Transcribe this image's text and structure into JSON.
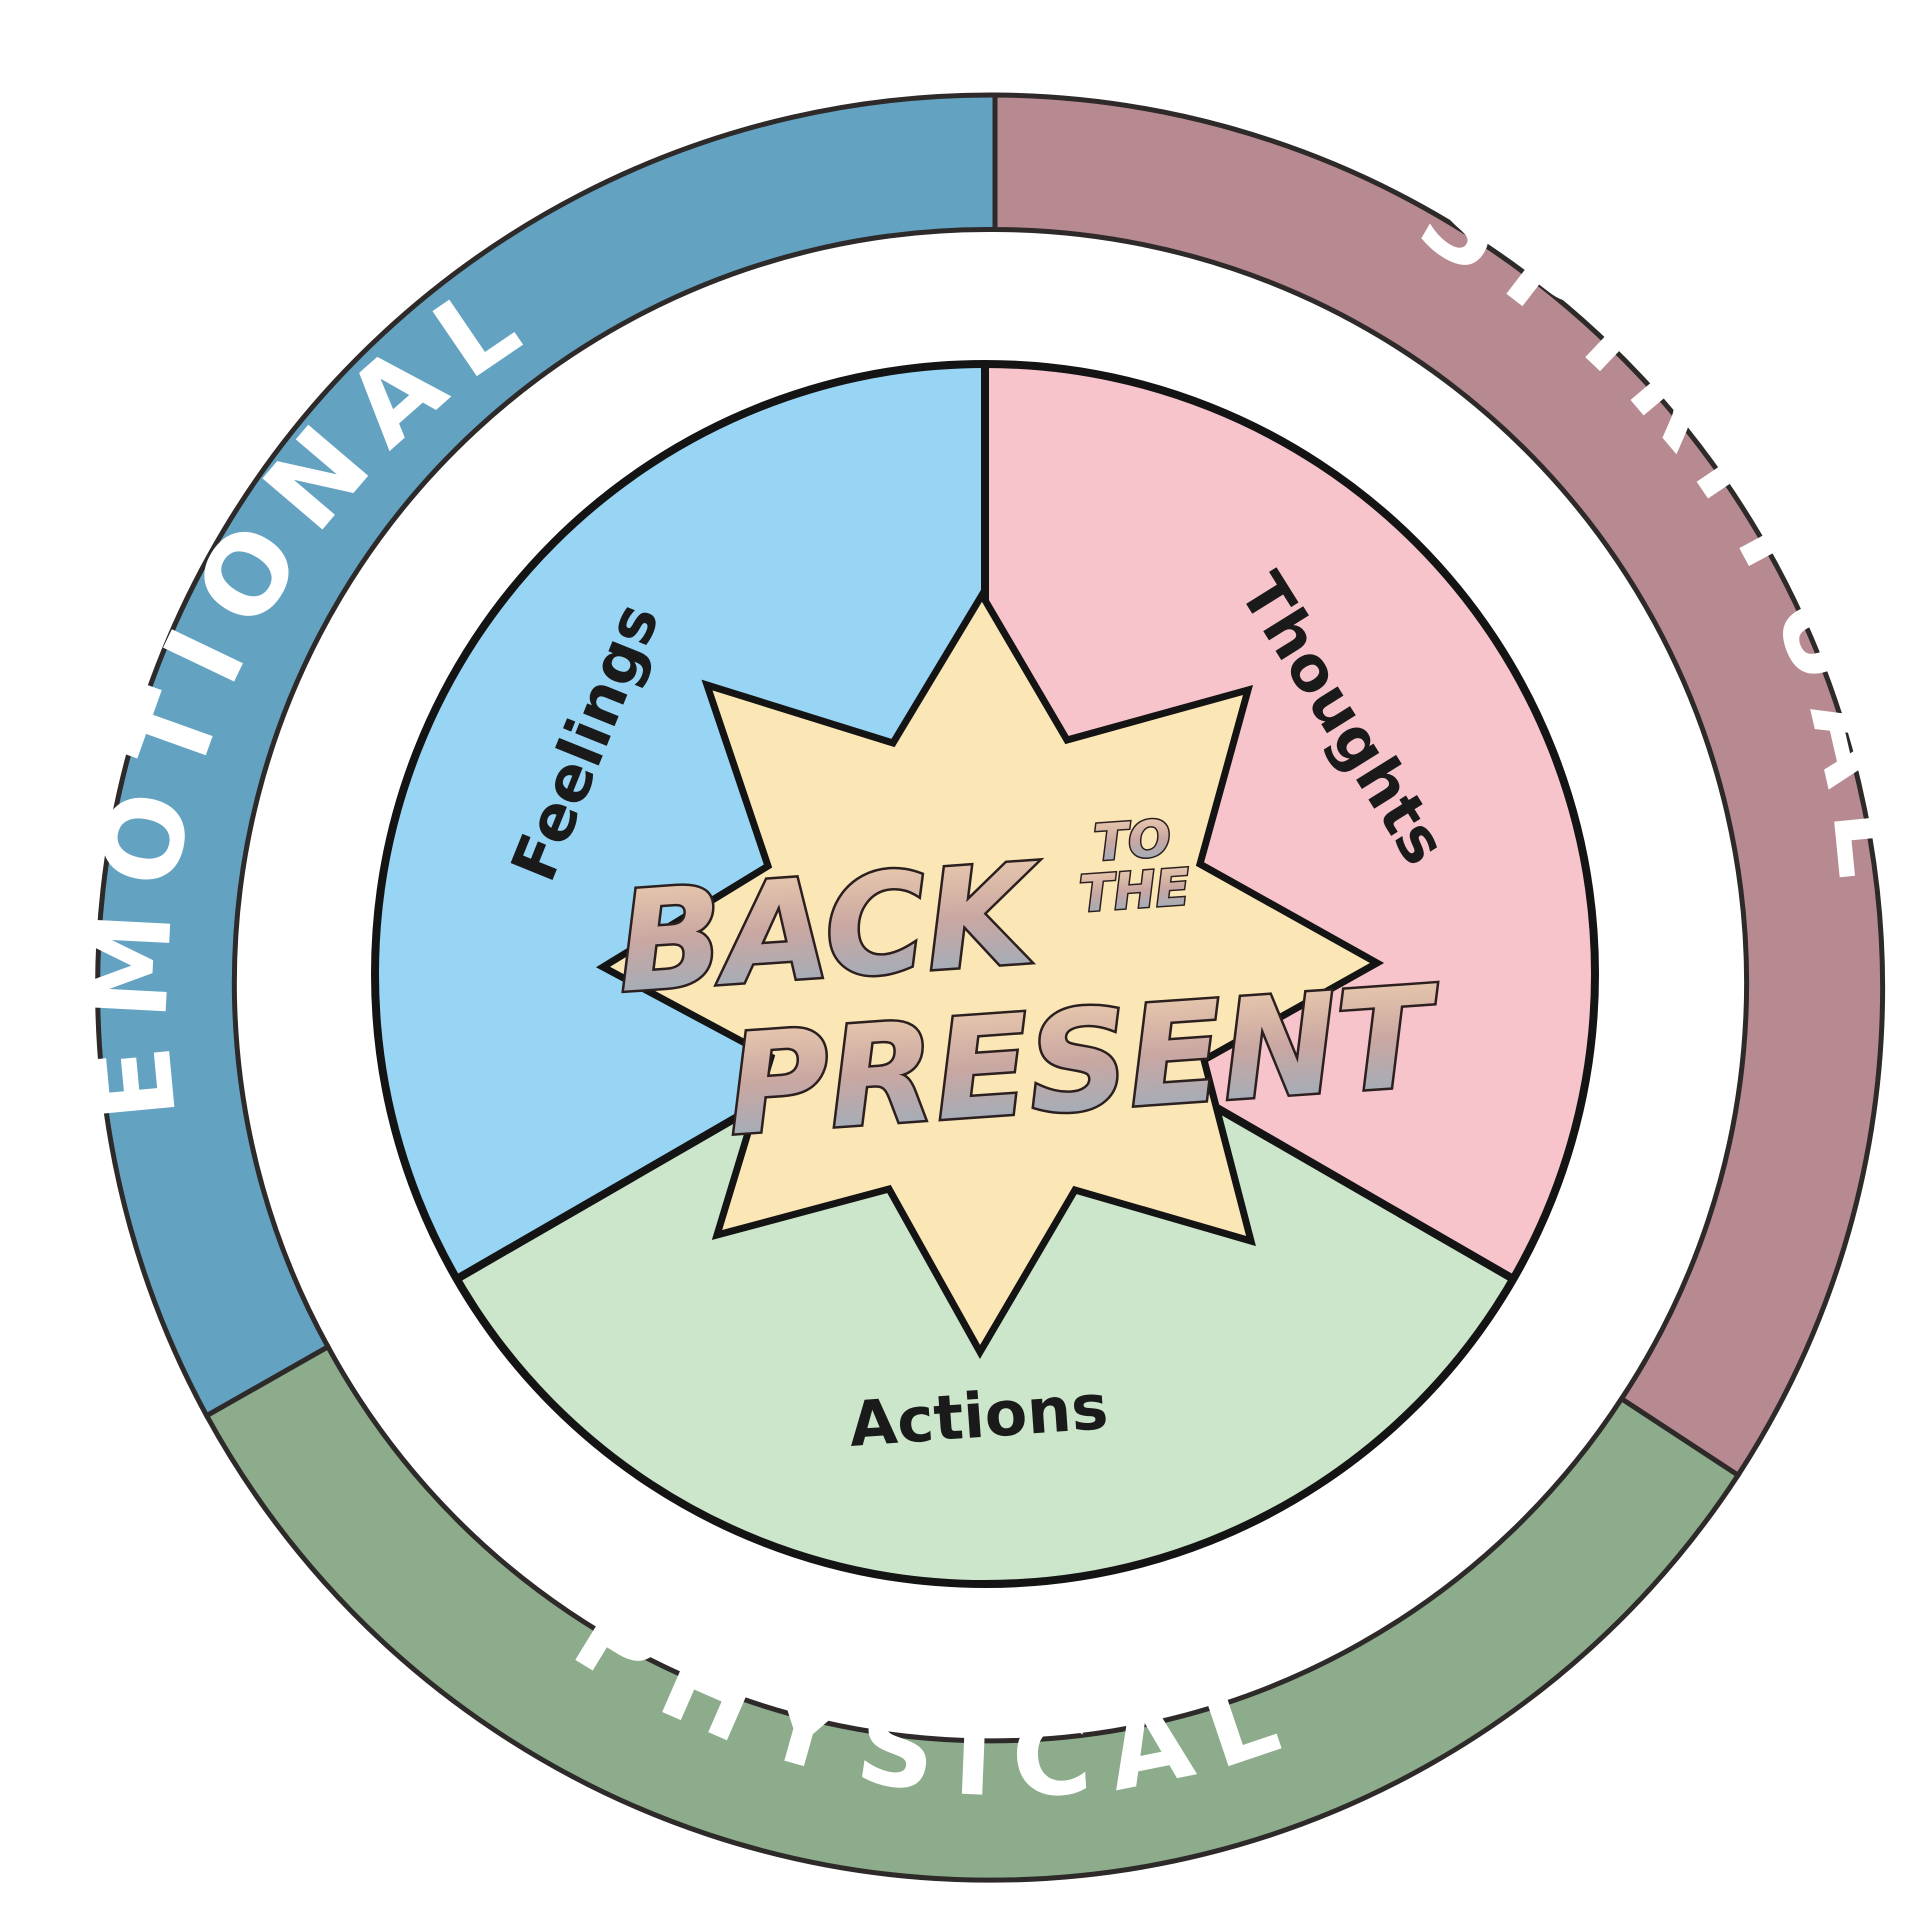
{
  "outer_ring": {
    "emotional": {
      "label": "EMOTIONAL",
      "color": "#63a3c1"
    },
    "spiritual": {
      "label": "SPIRITUAL",
      "color": "#b78a92"
    },
    "physical": {
      "label": "PHYSICAL",
      "color": "#8cac8c"
    }
  },
  "inner_wheel": {
    "feelings": {
      "label": "Feelings",
      "color": "#98d5f4"
    },
    "thoughts": {
      "label": "Thoughts",
      "color": "#f7c4cc"
    },
    "actions": {
      "label": "Actions",
      "color": "#cbe6ca"
    }
  },
  "center": {
    "line1": "BACK",
    "small_top": "TO",
    "small_bottom": "THE",
    "line2": "PRESENT",
    "star_color": "#fbe6b6"
  }
}
